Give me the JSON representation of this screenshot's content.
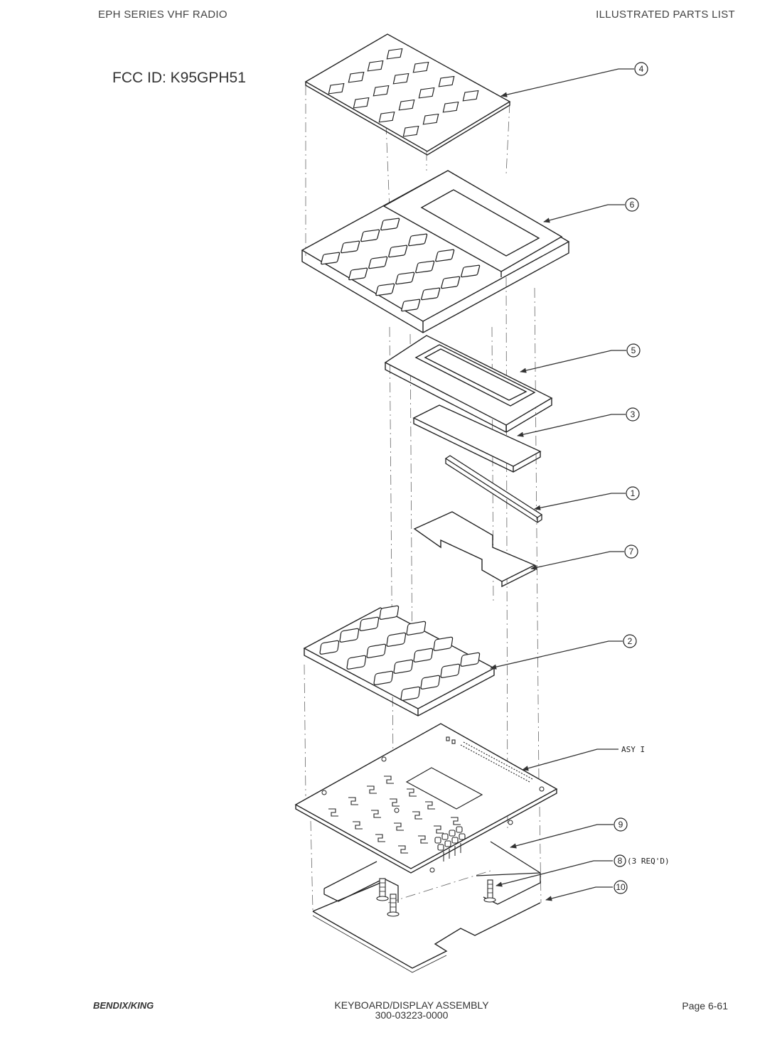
{
  "header": {
    "left": "EPH SERIES VHF RADIO",
    "right": "ILLUSTRATED PARTS LIST"
  },
  "fcc_id": "FCC ID: K95GPH51",
  "callouts": [
    {
      "id": "4",
      "text": "4"
    },
    {
      "id": "6",
      "text": "6"
    },
    {
      "id": "5",
      "text": "5"
    },
    {
      "id": "3",
      "text": "3"
    },
    {
      "id": "1",
      "text": "1"
    },
    {
      "id": "7",
      "text": "7"
    },
    {
      "id": "2",
      "text": "2"
    },
    {
      "id": "9",
      "text": "9"
    },
    {
      "id": "8",
      "text": "8"
    },
    {
      "id": "10",
      "text": "10"
    }
  ],
  "labels": {
    "asy": "ASY  I",
    "req": "(3 REQ'D)"
  },
  "footer": {
    "left": "BENDIX/KING",
    "center_title": "KEYBOARD/DISPLAY ASSEMBLY",
    "center_part": "300-03223-0000",
    "right": "Page 6-61"
  }
}
